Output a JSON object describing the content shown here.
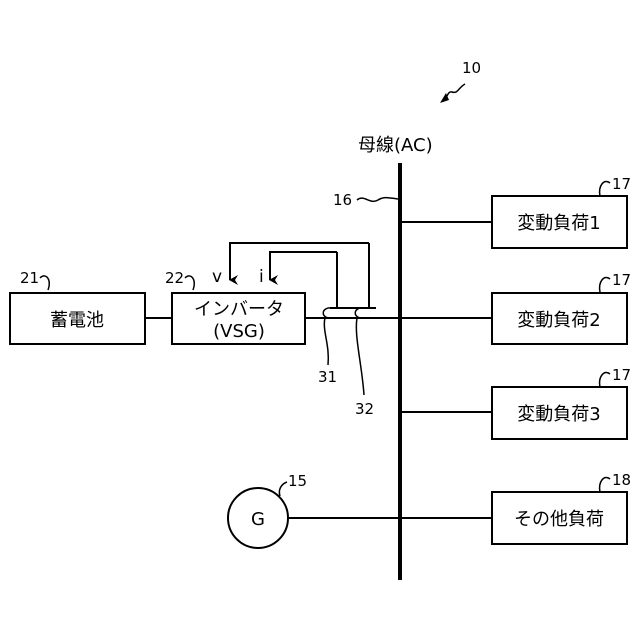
{
  "figure": {
    "ref": "10",
    "bus_label": "母線(AC)",
    "bus_ref": "16"
  },
  "components": {
    "battery": {
      "label": "蓄電池",
      "ref": "21"
    },
    "inverter": {
      "label_line1": "インバータ",
      "label_line2": "(VSG)",
      "ref": "22",
      "input_v": "v",
      "input_i": "i"
    },
    "sensor_31": {
      "ref": "31"
    },
    "sensor_32": {
      "ref": "32"
    },
    "generator": {
      "label": "G",
      "ref": "15"
    },
    "load_1": {
      "label": "変動負荷1",
      "ref": "17"
    },
    "load_2": {
      "label": "変動負荷2",
      "ref": "17"
    },
    "load_3": {
      "label": "変動負荷3",
      "ref": "17"
    },
    "other_load": {
      "label": "その他負荷",
      "ref": "18"
    }
  }
}
